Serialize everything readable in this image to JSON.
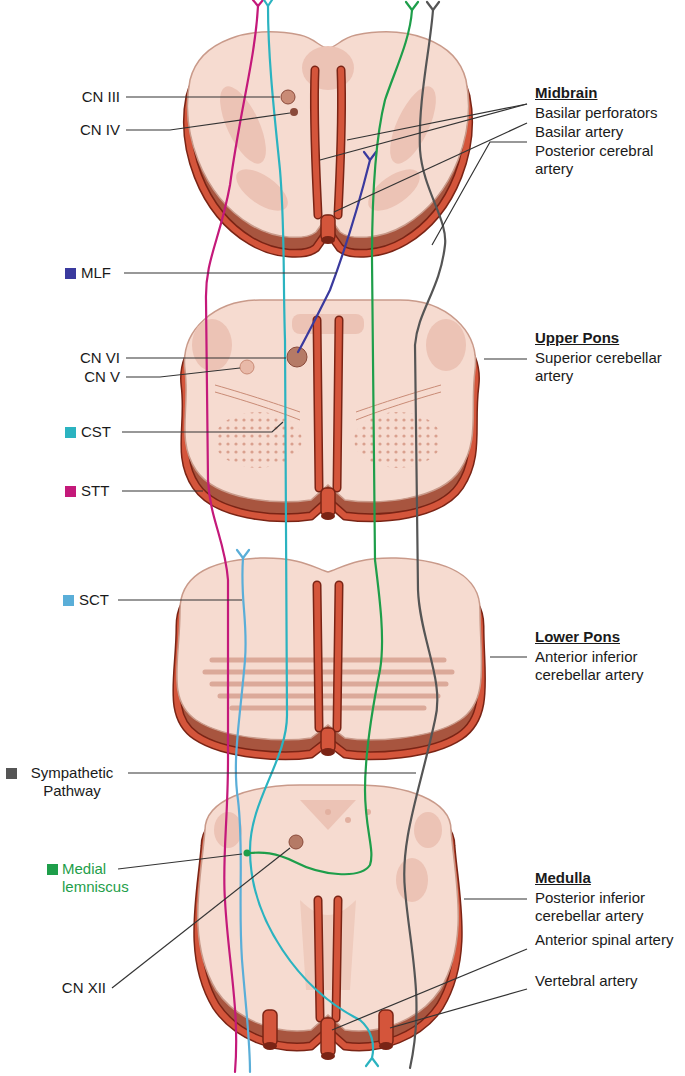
{
  "diagram": {
    "labels": [
      "CN III",
      "CN IV",
      "Midbrain",
      "Basilar perforators",
      "Basilar artery",
      "Posterior cerebral artery",
      "CN VI",
      "CN V",
      "Upper Pons",
      "Superior cerebellar artery",
      "Lower Pons",
      "Anterior inferior cerebellar artery",
      "CN XII",
      "Medulla",
      "Posterior inferior cerebellar artery",
      "Anterior spinal artery",
      "Vertebral artery"
    ],
    "legend": [
      {
        "text": "MLF",
        "color": "#3a3a9e"
      },
      {
        "text": "CST",
        "color": "#2bb3c0"
      },
      {
        "text": "STT",
        "color": "#c4197a"
      },
      {
        "text": "SCT",
        "color": "#5aaed8"
      },
      {
        "text": "Sympathetic Pathway",
        "color": "#555555"
      },
      {
        "text": "Medial lemniscus",
        "color": "#1e9e4a"
      }
    ]
  }
}
